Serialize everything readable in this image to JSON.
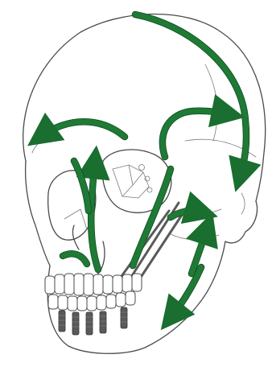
{
  "colors": {
    "arrow": "#1e7a35",
    "arrow_head": "#1a6e2f",
    "bone_line": "#4a4a4a",
    "implant": "#5a5a5a"
  },
  "arrows": [
    {
      "id": "brow-arc"
    },
    {
      "id": "frontal-arc"
    },
    {
      "id": "temporal-arc"
    },
    {
      "id": "orbit-left-down"
    },
    {
      "id": "zygoma-right"
    },
    {
      "id": "zygoma-down"
    },
    {
      "id": "jaw-up"
    },
    {
      "id": "jaw-down"
    }
  ]
}
